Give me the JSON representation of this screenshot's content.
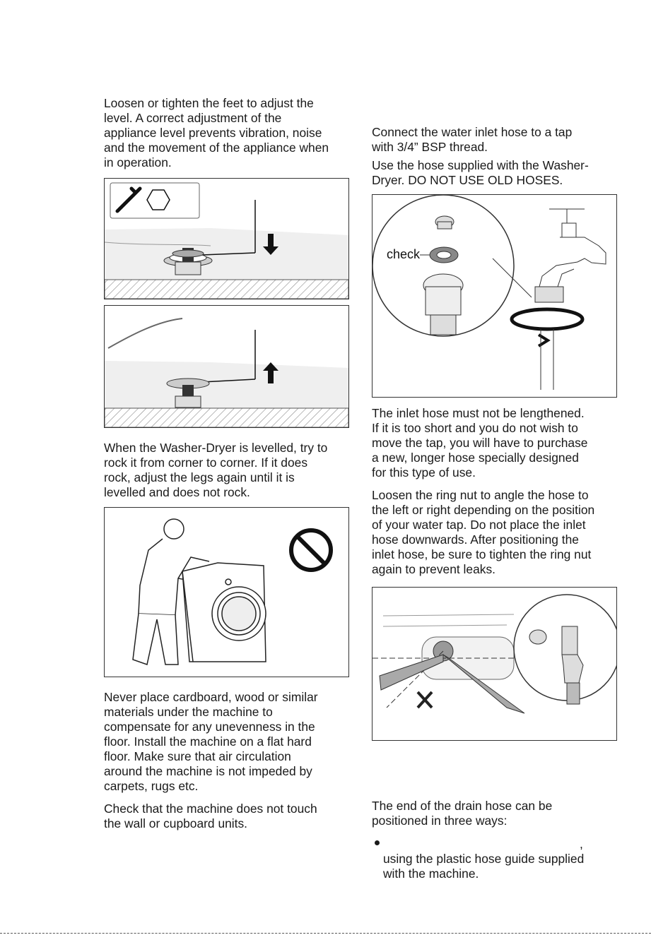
{
  "left_column": {
    "para_level": "Loosen or tighten the feet to adjust the\nlevel. A correct adjustment of the\nappliance level prevents vibration, noise\nand the movement of the appliance when\nin operation.",
    "para_rock": "When the Washer-Dryer is levelled, try to\nrock it from corner to corner. If it does\nrock, adjust the legs again until it is\nlevelled and does not rock.",
    "para_cardboard": "Never place cardboard, wood or similar\nmaterials under the machine to\ncompensate for any unevenness in the\nfloor. Install the machine on a flat hard\nfloor. Make sure that air circulation\naround the machine is not impeded by\ncarpets, rugs etc.",
    "para_wall": "Check that the machine does not touch\nthe wall or cupboard units."
  },
  "right_column": {
    "para_connect": "Connect the water inlet hose to a tap\nwith 3/4” BSP thread.",
    "para_use_hose": "Use the hose supplied with the Washer-\nDryer. DO NOT USE OLD HOSES.",
    "check_label": "check",
    "para_lengthen": "The inlet hose must not be lengthened.\nIf it is too short and you do not wish to\nmove the tap, you will have to purchase\na new, longer hose specially designed\nfor this type of use.",
    "para_ring_nut": "Loosen the ring nut to angle the hose to\nthe left or right depending on the position\nof your water tap. Do not place the inlet\nhose downwards. After positioning the\ninlet hose, be sure to tighten the ring nut\nagain to prevent leaks.",
    "para_drain": "The end of the drain hose can be\npositioned in three ways:",
    "bullet_comma": ",",
    "bullet_text": "using the plastic hose guide supplied\nwith the machine."
  },
  "colors": {
    "text": "#1a1a1a",
    "frame": "#333333",
    "hatch": "#8a8a8a",
    "hose_gray": "#a9a9a9"
  },
  "icons": [
    "wrench-icon",
    "hexagon-nut-icon",
    "arrow-down-icon",
    "arrow-up-icon",
    "prohibited-icon",
    "rotate-arrow-icon",
    "cross-mark-icon"
  ]
}
